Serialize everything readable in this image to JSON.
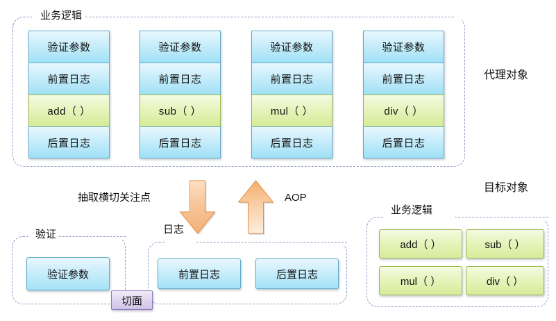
{
  "diagram": {
    "title_hidden": "",
    "colors": {
      "blue_fill_top": "#e8f7fd",
      "blue_fill_bottom": "#9fe0f5",
      "blue_border": "#5fa9c9",
      "green_fill_top": "#f4fae2",
      "green_fill_bottom": "#d4ea96",
      "green_border": "#9cb84e",
      "dash_border": "#8e9cc4",
      "arrow_fill": "#f6c291",
      "arrow_border": "#e08c45",
      "aspect_fill": "#ddd4ee",
      "aspect_border": "#8a79b8"
    }
  },
  "proxy_section": {
    "container_caption": "业务逻辑",
    "side_label": "代理对象",
    "cards": [
      {
        "rows": [
          {
            "text": "验证参数",
            "kind": "blue"
          },
          {
            "text": "前置日志",
            "kind": "blue"
          },
          {
            "text": "add（ ）",
            "kind": "green"
          },
          {
            "text": "后置日志",
            "kind": "blue"
          }
        ]
      },
      {
        "rows": [
          {
            "text": "验证参数",
            "kind": "blue"
          },
          {
            "text": "前置日志",
            "kind": "blue"
          },
          {
            "text": "sub（ ）",
            "kind": "green"
          },
          {
            "text": "后置日志",
            "kind": "blue"
          }
        ]
      },
      {
        "rows": [
          {
            "text": "验证参数",
            "kind": "blue"
          },
          {
            "text": "前置日志",
            "kind": "blue"
          },
          {
            "text": "mul（ ）",
            "kind": "green"
          },
          {
            "text": "后置日志",
            "kind": "blue"
          }
        ]
      },
      {
        "rows": [
          {
            "text": "验证参数",
            "kind": "blue"
          },
          {
            "text": "前置日志",
            "kind": "blue"
          },
          {
            "text": "div（ ）",
            "kind": "green"
          },
          {
            "text": "后置日志",
            "kind": "blue"
          }
        ]
      }
    ]
  },
  "middle": {
    "extract_label": "抽取横切关注点",
    "aop_label": "AOP",
    "down_arrow_name": "down-arrow-icon",
    "up_arrow_name": "up-arrow-icon"
  },
  "aspect_section": {
    "validate_caption": "验证",
    "validate_items": [
      "验证参数"
    ],
    "log_caption": "日志",
    "log_items": [
      "前置日志",
      "后置日志"
    ],
    "aspect_tag": "切面"
  },
  "target_section": {
    "side_label": "目标对象",
    "container_caption": "业务逻辑",
    "methods": [
      "add（ ）",
      "sub（ ）",
      "mul（ ）",
      "div（ ）"
    ]
  }
}
